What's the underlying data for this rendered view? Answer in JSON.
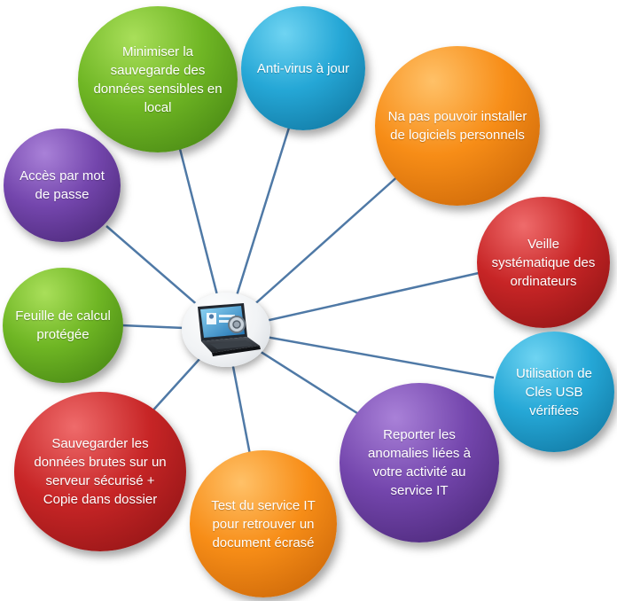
{
  "nodes": [
    {
      "id": "minimiser",
      "label": "Minimiser la sauvegarde des données sensibles en local",
      "color": "#6fb624"
    },
    {
      "id": "antivirus",
      "label": "Anti-virus à jour",
      "color": "#25a7d6"
    },
    {
      "id": "logiciels",
      "label": "Na pas pouvoir installer de logiciels personnels",
      "color": "#f78d17"
    },
    {
      "id": "veille",
      "label": "Veille systématique des ordinateurs",
      "color": "#c72526"
    },
    {
      "id": "usb",
      "label": "Utilisation de Clés USB vérifiées",
      "color": "#25a7d6"
    },
    {
      "id": "anomalies",
      "label": "Reporter les anomalies liées à votre activité au service IT",
      "color": "#7446ad"
    },
    {
      "id": "test",
      "label": "Test du service IT pour retrouver un document écrasé",
      "color": "#f78d17"
    },
    {
      "id": "sauvegarder",
      "label": "Sauvegarder les données brutes sur un serveur sécurisé + Copie dans dossier",
      "color": "#c72526"
    },
    {
      "id": "feuille",
      "label": "Feuille de calcul protégée",
      "color": "#6fb624"
    },
    {
      "id": "acces",
      "label": "Accès par mot de passe",
      "color": "#7446ad"
    }
  ],
  "hub": {
    "icon": "laptop-security-icon"
  },
  "connector_color": "#4f79a6"
}
